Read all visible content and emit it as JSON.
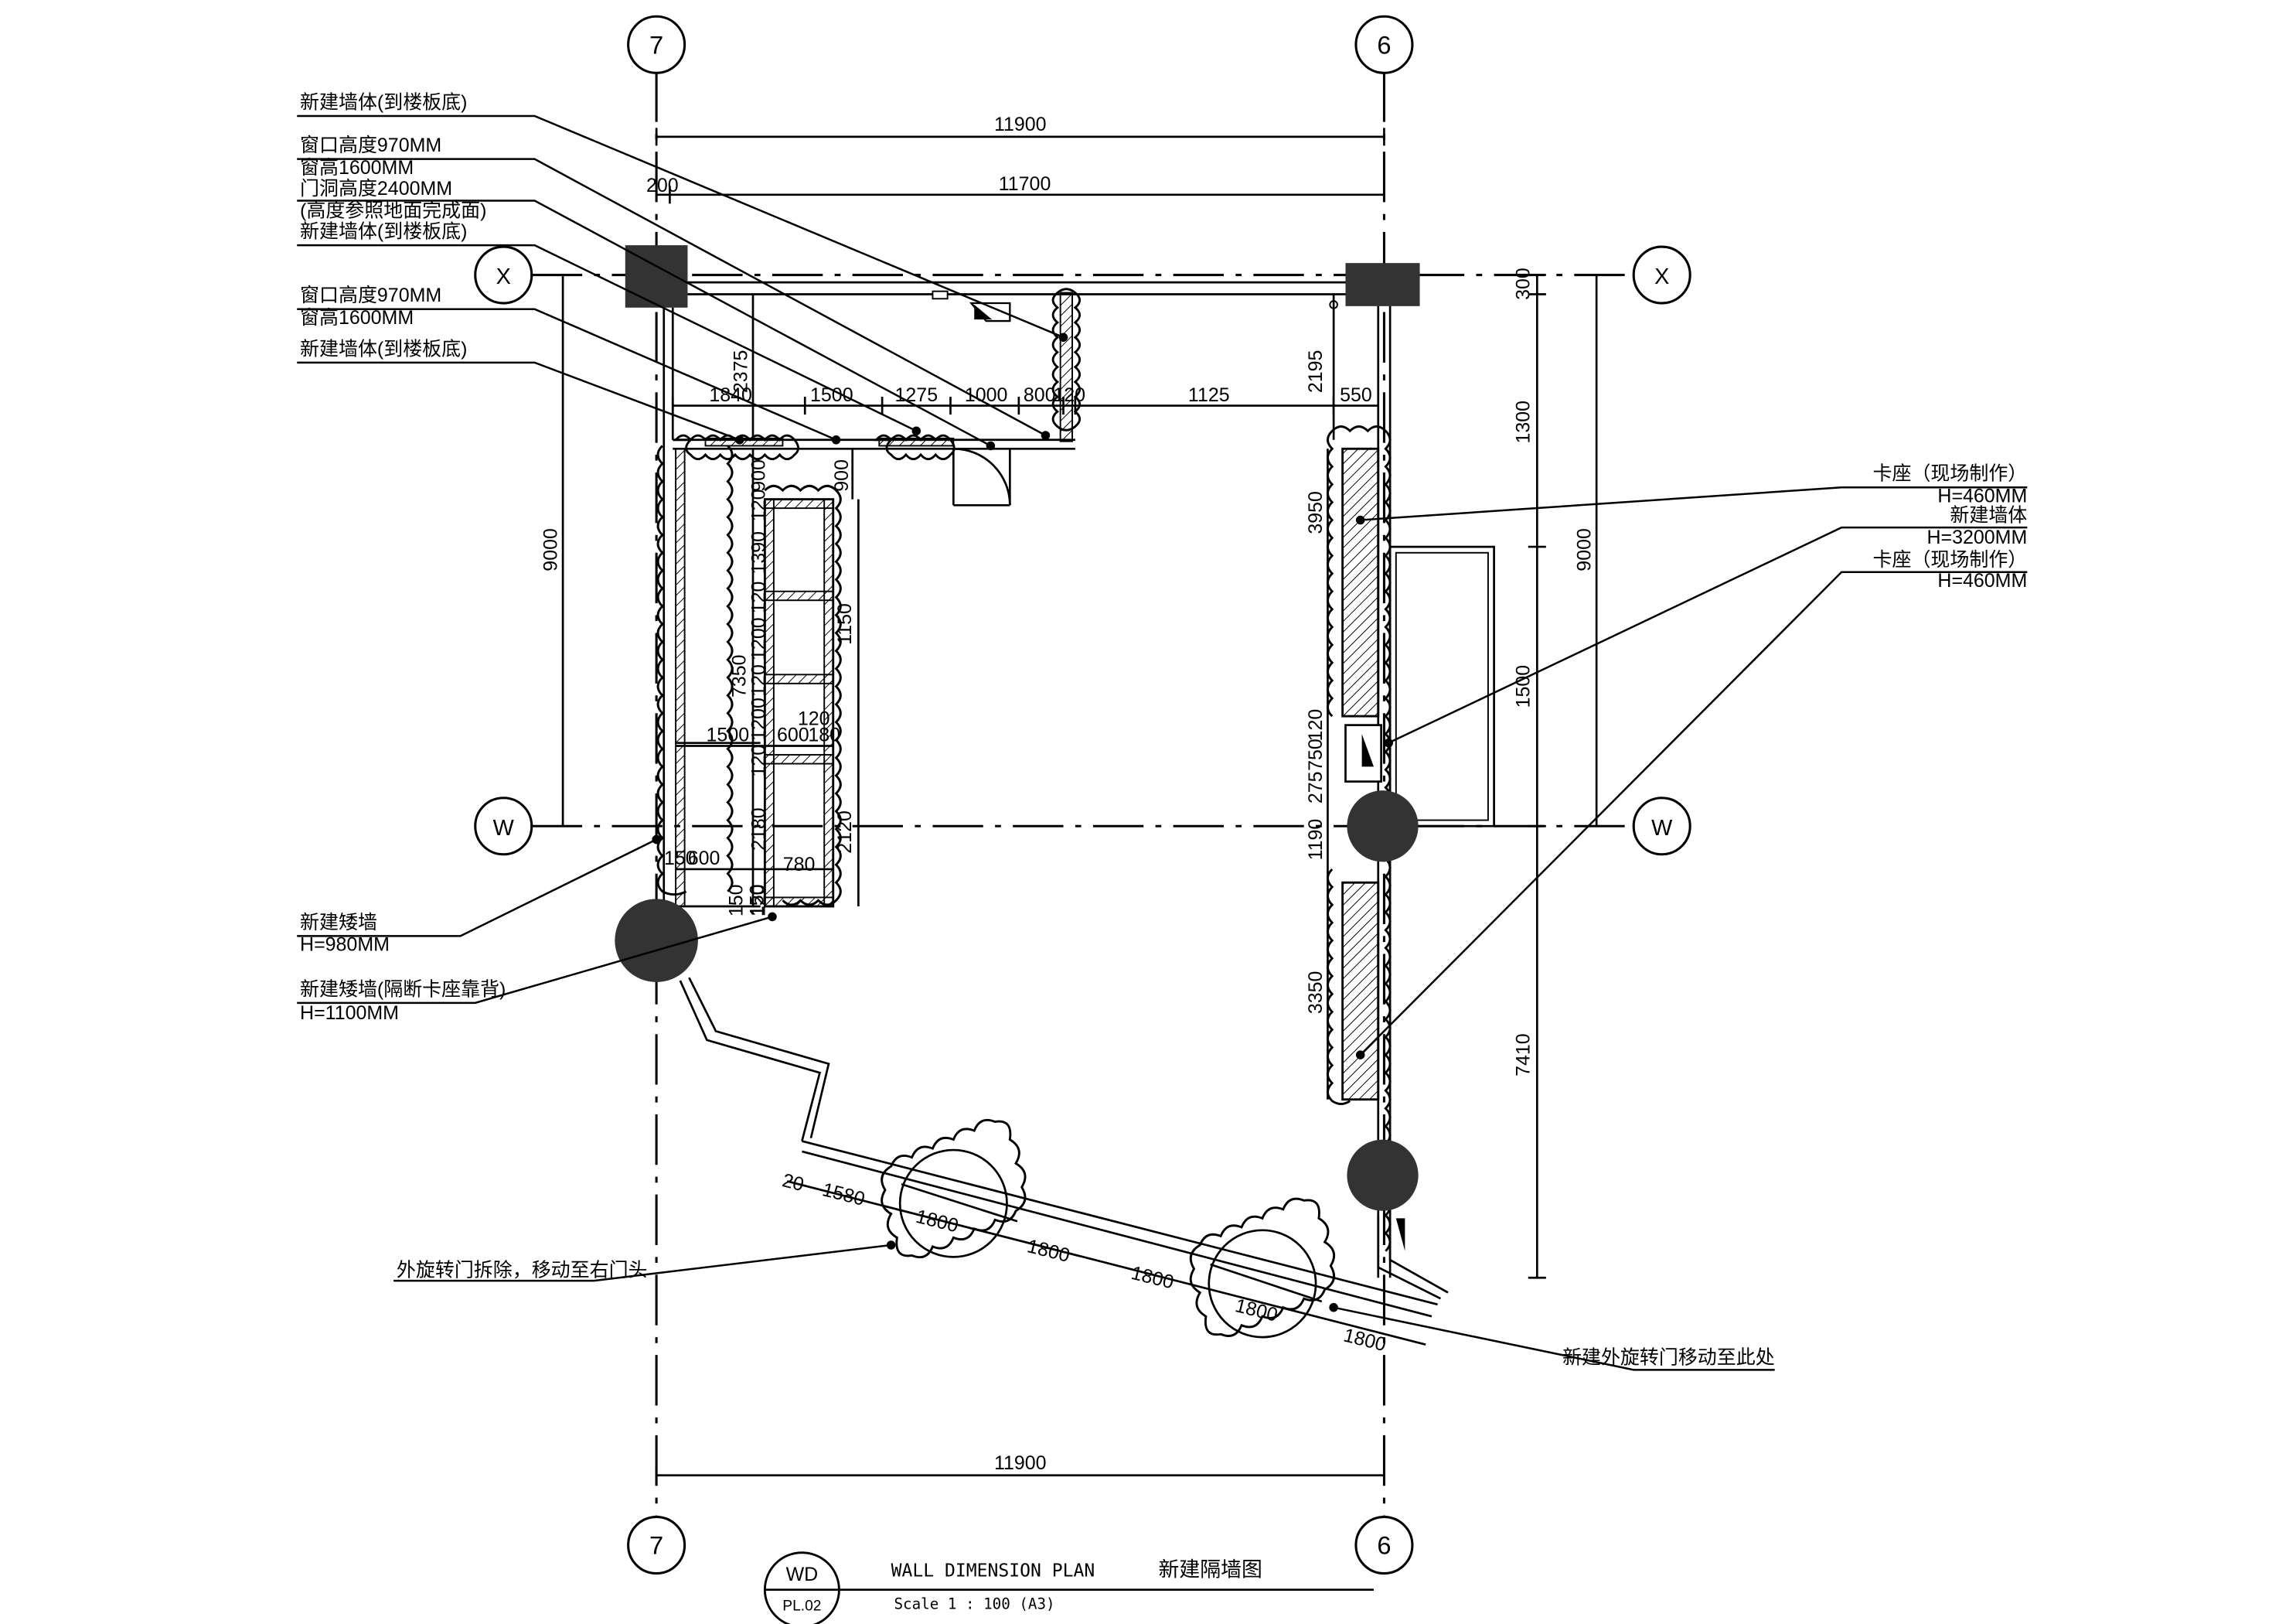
{
  "grid": {
    "axis_7": "7",
    "axis_6": "6",
    "axis_x": "X",
    "axis_w": "W"
  },
  "dimensions": {
    "top_overall": "11900",
    "top_inner": "11700",
    "top_offset": "200",
    "bottom_overall": "11900",
    "left_vertical": "9000",
    "right_vertical": "9000",
    "right_upper": "1300",
    "right_mid": "1500",
    "right_lower": "7410",
    "right_top_small": "300",
    "row_1840": "1840",
    "row_1500": "1500",
    "row_1275": "1275",
    "row_1000": "1000",
    "row_800": "800",
    "row_120": "120",
    "row_1125": "1125",
    "row_550": "550",
    "v_2375": "2375",
    "v_2195": "2195",
    "v_900a": "900",
    "v_900b": "900",
    "v_120a": "120",
    "v_1390": "1390",
    "v_120b": "120",
    "v_1200a": "1200",
    "v_120c": "120",
    "v_1200b": "1200",
    "v_120d": "120",
    "v_2180": "2180",
    "v_120e": "120",
    "v_7350": "7350",
    "v_1150": "1150",
    "v_2120": "2120",
    "h_1500": "1500",
    "h_600": "600",
    "h_180": "180",
    "h_120": "120",
    "h_780": "780",
    "h_150": "150",
    "h_600b": "600",
    "v_150a": "150",
    "v_150b": "150",
    "r_3950": "3950",
    "r_120": "120",
    "r_750": "750",
    "r_275": "275",
    "r_1190": "1190",
    "r_3350": "3350",
    "s_1580": "1580",
    "s_1800a": "1800",
    "s_1800b": "1800",
    "s_1800c": "1800",
    "s_1800d": "1800",
    "s_1800e": "1800",
    "s_20": "20"
  },
  "notes_left": {
    "n1": "新建墙体(到楼板底)",
    "n2": "窗口高度970MM",
    "n3": "窗高1600MM",
    "n4": "门洞高度2400MM",
    "n5": "(高度参照地面完成面)",
    "n6": "新建墙体(到楼板底)",
    "n7": "窗口高度970MM",
    "n8": "窗高1600MM",
    "n9": "新建墙体(到楼板底)",
    "n10": "新建矮墙",
    "n10b": "H=980MM",
    "n11": "新建矮墙(隔断卡座靠背)",
    "n11b": "H=1100MM",
    "n12": "外旋转门拆除，移动至右门头"
  },
  "notes_right": {
    "r1": "卡座（现场制作）",
    "r1b": "H=460MM",
    "r2": "新建墙体",
    "r2b": "H=3200MM",
    "r3": "卡座（现场制作）",
    "r3b": "H=460MM",
    "r4": "新建外旋转门移动至此处"
  },
  "title_block": {
    "code": "WD",
    "sheet": "PL.02",
    "title_en": "WALL DIMENSION PLAN",
    "title_cn": "新建隔墙图",
    "scale": "Scale 1 :  100 (A3)"
  }
}
